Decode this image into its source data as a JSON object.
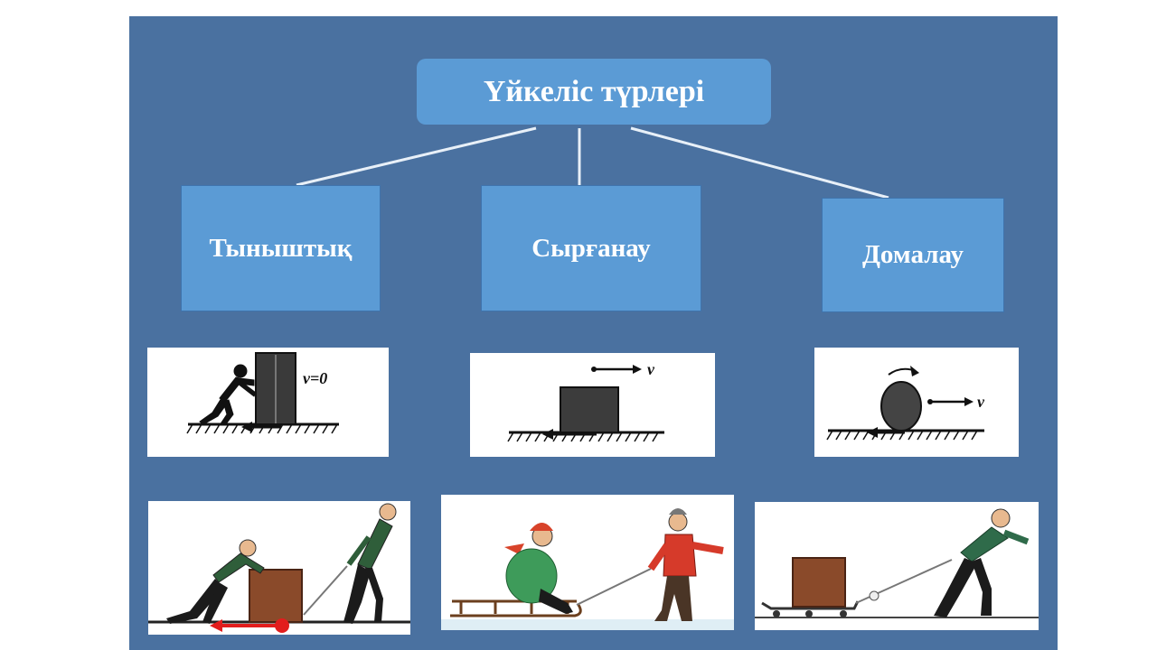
{
  "diagram": {
    "root": {
      "label": "Үйкеліс түрлері"
    },
    "children": [
      {
        "label": "Тыныштық"
      },
      {
        "label": "Сырғанау"
      },
      {
        "label": "Домалау"
      }
    ],
    "figure_labels": {
      "static": "v=0",
      "sliding": "v",
      "rolling": "v"
    }
  }
}
